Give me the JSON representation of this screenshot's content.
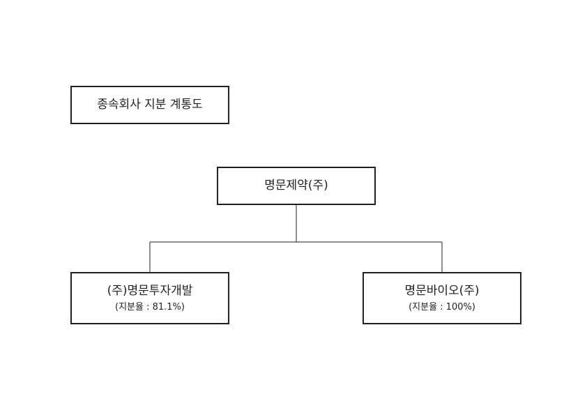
{
  "title": "종속회사 지분 계통도",
  "parent": {
    "name": "명문제약(주)"
  },
  "children": [
    {
      "name": "(주)명문투자개발",
      "share": "(지분율 : 81.1%)"
    },
    {
      "name": "명문바이오(주)",
      "share": "(지분율 : 100%)"
    }
  ],
  "colors": {
    "line": "#231f20",
    "background": "#ffffff"
  }
}
